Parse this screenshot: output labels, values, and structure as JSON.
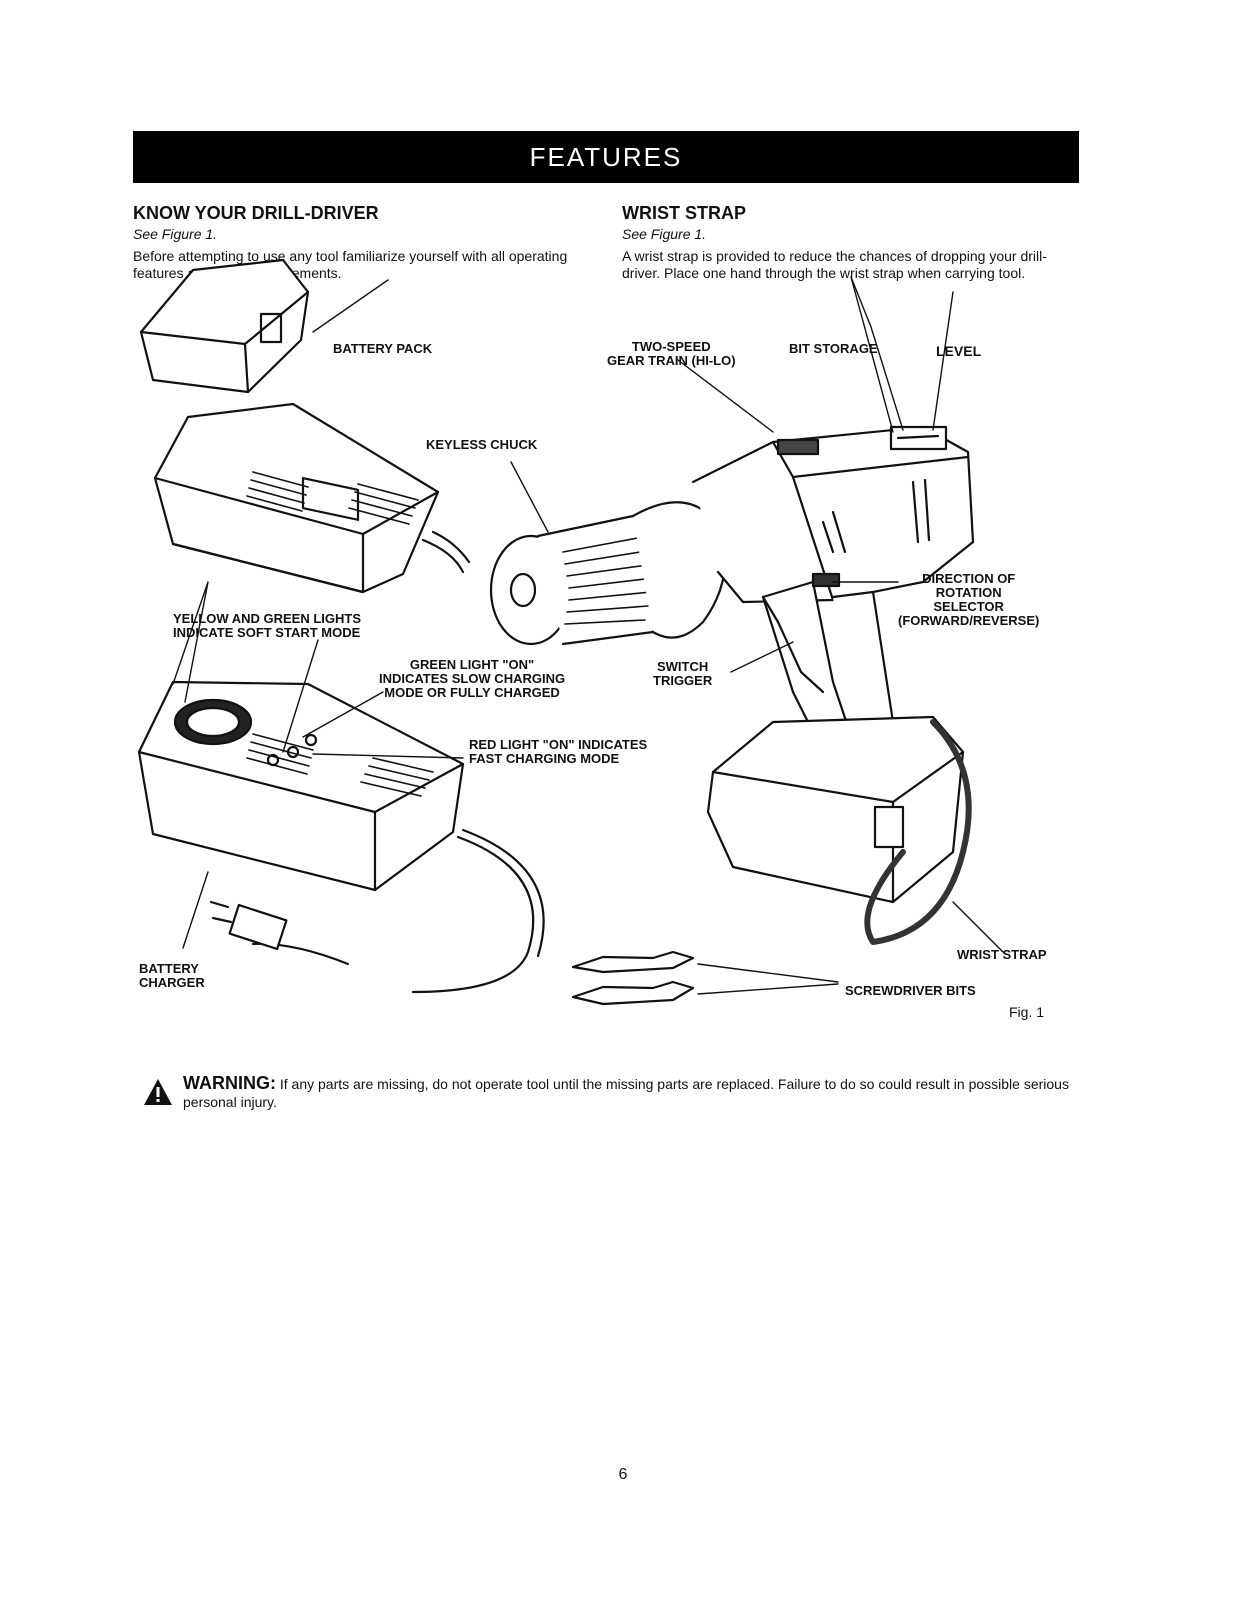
{
  "banner": {
    "title": "FEATURES"
  },
  "left_section": {
    "heading": "KNOW YOUR DRILL-DRIVER",
    "see": "See Figure 1.",
    "text": "Before attempting to use any tool familiarize yourself with all operating features and safety requirements."
  },
  "right_section": {
    "heading": "WRIST STRAP",
    "see": "See Figure 1.",
    "text": "A wrist strap is provided to reduce the chances of dropping your drill-driver. Place one hand through the wrist strap when carrying tool."
  },
  "figure": {
    "labels": {
      "battery_pack": "BATTERY PACK",
      "two_speed": "TWO-SPEED\nGEAR TRAIN (HI-LO)",
      "bit_storage": "BIT STORAGE",
      "level": "LEVEL",
      "keyless_chuck": "KEYLESS CHUCK",
      "direction": "DIRECTION OF\nROTATION\nSELECTOR\n(FORWARD/REVERSE)",
      "yellow_green": "YELLOW AND GREEN LIGHTS\nINDICATE SOFT START MODE",
      "green_light": "GREEN LIGHT \"ON\"\nINDICATES SLOW CHARGING\nMODE OR FULLY CHARGED",
      "switch_trigger": "SWITCH\nTRIGGER",
      "red_light": "RED LIGHT \"ON\" INDICATES\nFAST CHARGING MODE",
      "wrist_strap": "WRIST STRAP",
      "battery_charger": "BATTERY\nCHARGER",
      "screwdriver_bits": "SCREWDRIVER BITS"
    },
    "fig_label": "Fig. 1"
  },
  "warning": {
    "label": "WARNING:",
    "text": " If any parts are missing, do not operate tool until the missing parts are replaced. Failure to do so could result in possible serious personal injury."
  },
  "page_number": "6"
}
